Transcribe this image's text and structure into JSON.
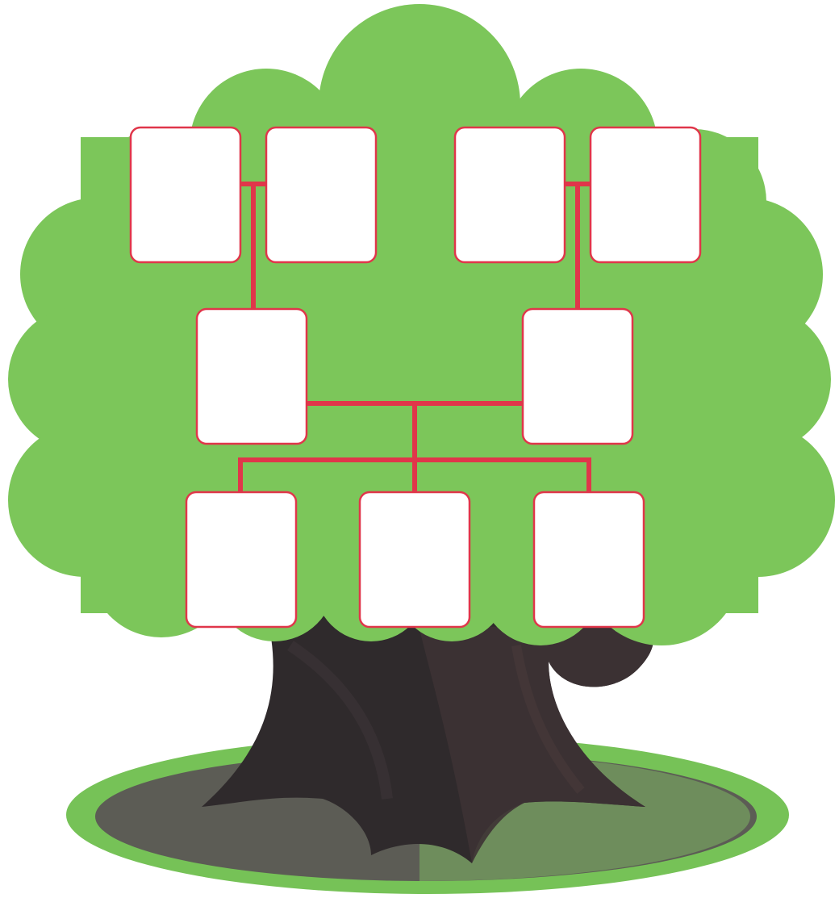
{
  "colors": {
    "canopy": "#7cc65a",
    "canopy_shade": "#6fba50",
    "trunk": "#2f2a2c",
    "trunk_light": "#4a3a3a",
    "ground_ring": "#76c257",
    "ground_shadow_left": "#5a5a52",
    "ground_shadow_right": "#6b8a5a",
    "connector": "#e0364a",
    "card_fill": "#ffffff",
    "card_border": "#e0364a"
  },
  "tree": {
    "generations": [
      {
        "label": "",
        "cards": [
          {
            "id": "grandparent-1",
            "text": ""
          },
          {
            "id": "grandparent-2",
            "text": ""
          },
          {
            "id": "grandparent-3",
            "text": ""
          },
          {
            "id": "grandparent-4",
            "text": ""
          }
        ]
      },
      {
        "label": "",
        "cards": [
          {
            "id": "parent-1",
            "text": ""
          },
          {
            "id": "parent-2",
            "text": ""
          }
        ]
      },
      {
        "label": "",
        "cards": [
          {
            "id": "child-1",
            "text": ""
          },
          {
            "id": "child-2",
            "text": ""
          },
          {
            "id": "child-3",
            "text": ""
          }
        ]
      }
    ]
  }
}
